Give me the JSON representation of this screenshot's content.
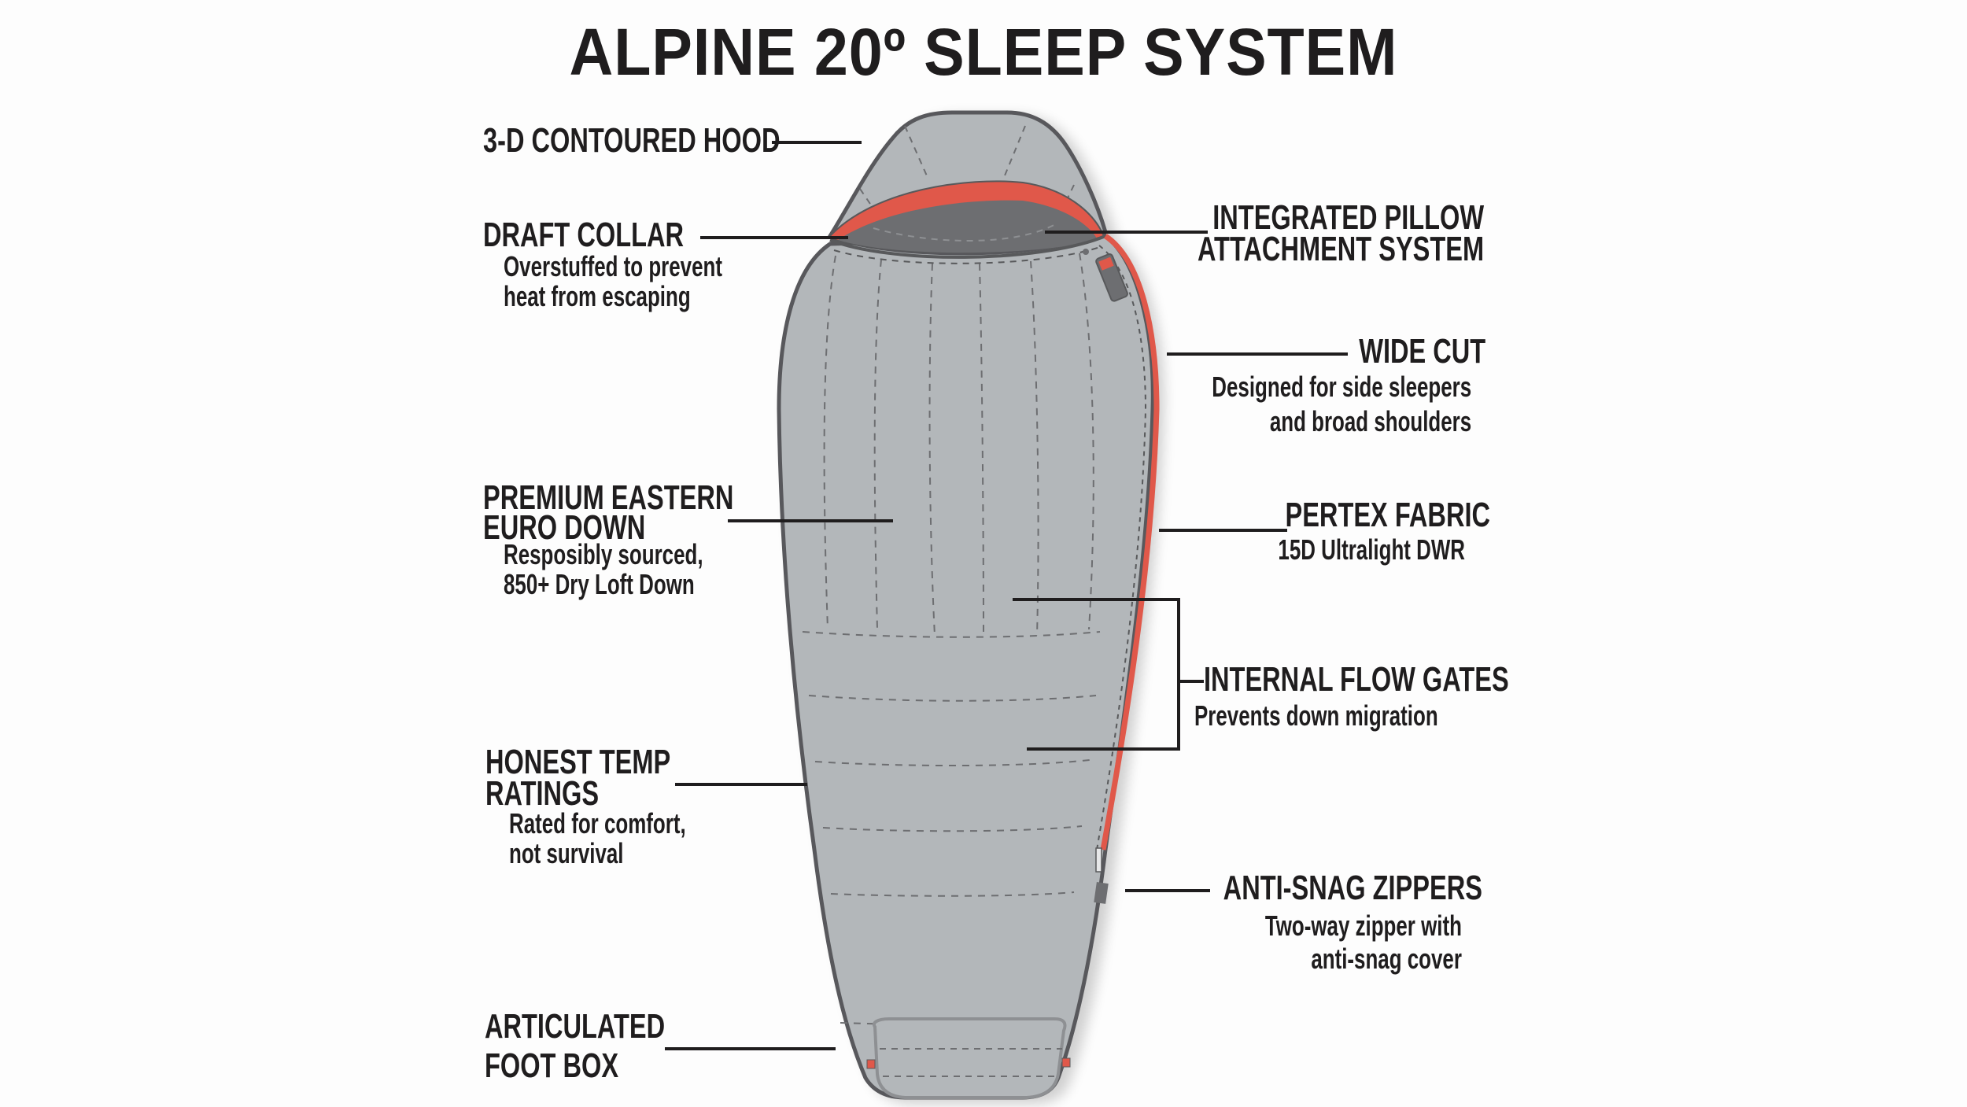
{
  "title": "ALPINE 20º SLEEP SYSTEM",
  "colors": {
    "background": "#fdfdfd",
    "text": "#1f1d1e",
    "bag_fill": "#b3b7ba",
    "bag_outline": "#58595b",
    "hood_opening": "#6d6e71",
    "accent_zipper": "#e0584a",
    "stitch": "#6d6e71"
  },
  "callouts": [
    {
      "id": "hood",
      "side": "left",
      "heading": [
        "3-D CONTOURED HOOD"
      ],
      "description": []
    },
    {
      "id": "draft-collar",
      "side": "left",
      "heading": [
        "DRAFT COLLAR"
      ],
      "description": [
        "Overstuffed to prevent",
        "heat from escaping"
      ]
    },
    {
      "id": "down",
      "side": "left",
      "heading": [
        "PREMIUM EASTERN",
        "EURO DOWN"
      ],
      "description": [
        "Resposibly sourced,",
        "850+ Dry Loft Down"
      ]
    },
    {
      "id": "temp-ratings",
      "side": "left",
      "heading": [
        "HONEST TEMP",
        "RATINGS"
      ],
      "description": [
        "Rated for comfort,",
        "not survival"
      ]
    },
    {
      "id": "foot-box",
      "side": "left",
      "heading": [
        "ARTICULATED",
        "FOOT BOX"
      ],
      "description": []
    },
    {
      "id": "pillow",
      "side": "right",
      "heading": [
        "INTEGRATED PILLOW",
        "ATTACHMENT SYSTEM"
      ],
      "description": []
    },
    {
      "id": "wide-cut",
      "side": "right",
      "heading": [
        "WIDE CUT"
      ],
      "description": [
        "Designed for side sleepers",
        "and broad shoulders"
      ]
    },
    {
      "id": "pertex",
      "side": "right",
      "heading": [
        "PERTEX FABRIC"
      ],
      "description": [
        "15D Ultralight DWR"
      ]
    },
    {
      "id": "flow-gates",
      "side": "right",
      "heading": [
        "INTERNAL FLOW GATES"
      ],
      "description": [
        "Prevents down migration"
      ]
    },
    {
      "id": "zippers",
      "side": "right",
      "heading": [
        "ANTI-SNAG ZIPPERS"
      ],
      "description": [
        "Two-way  zipper with",
        "anti-snag cover"
      ]
    }
  ]
}
